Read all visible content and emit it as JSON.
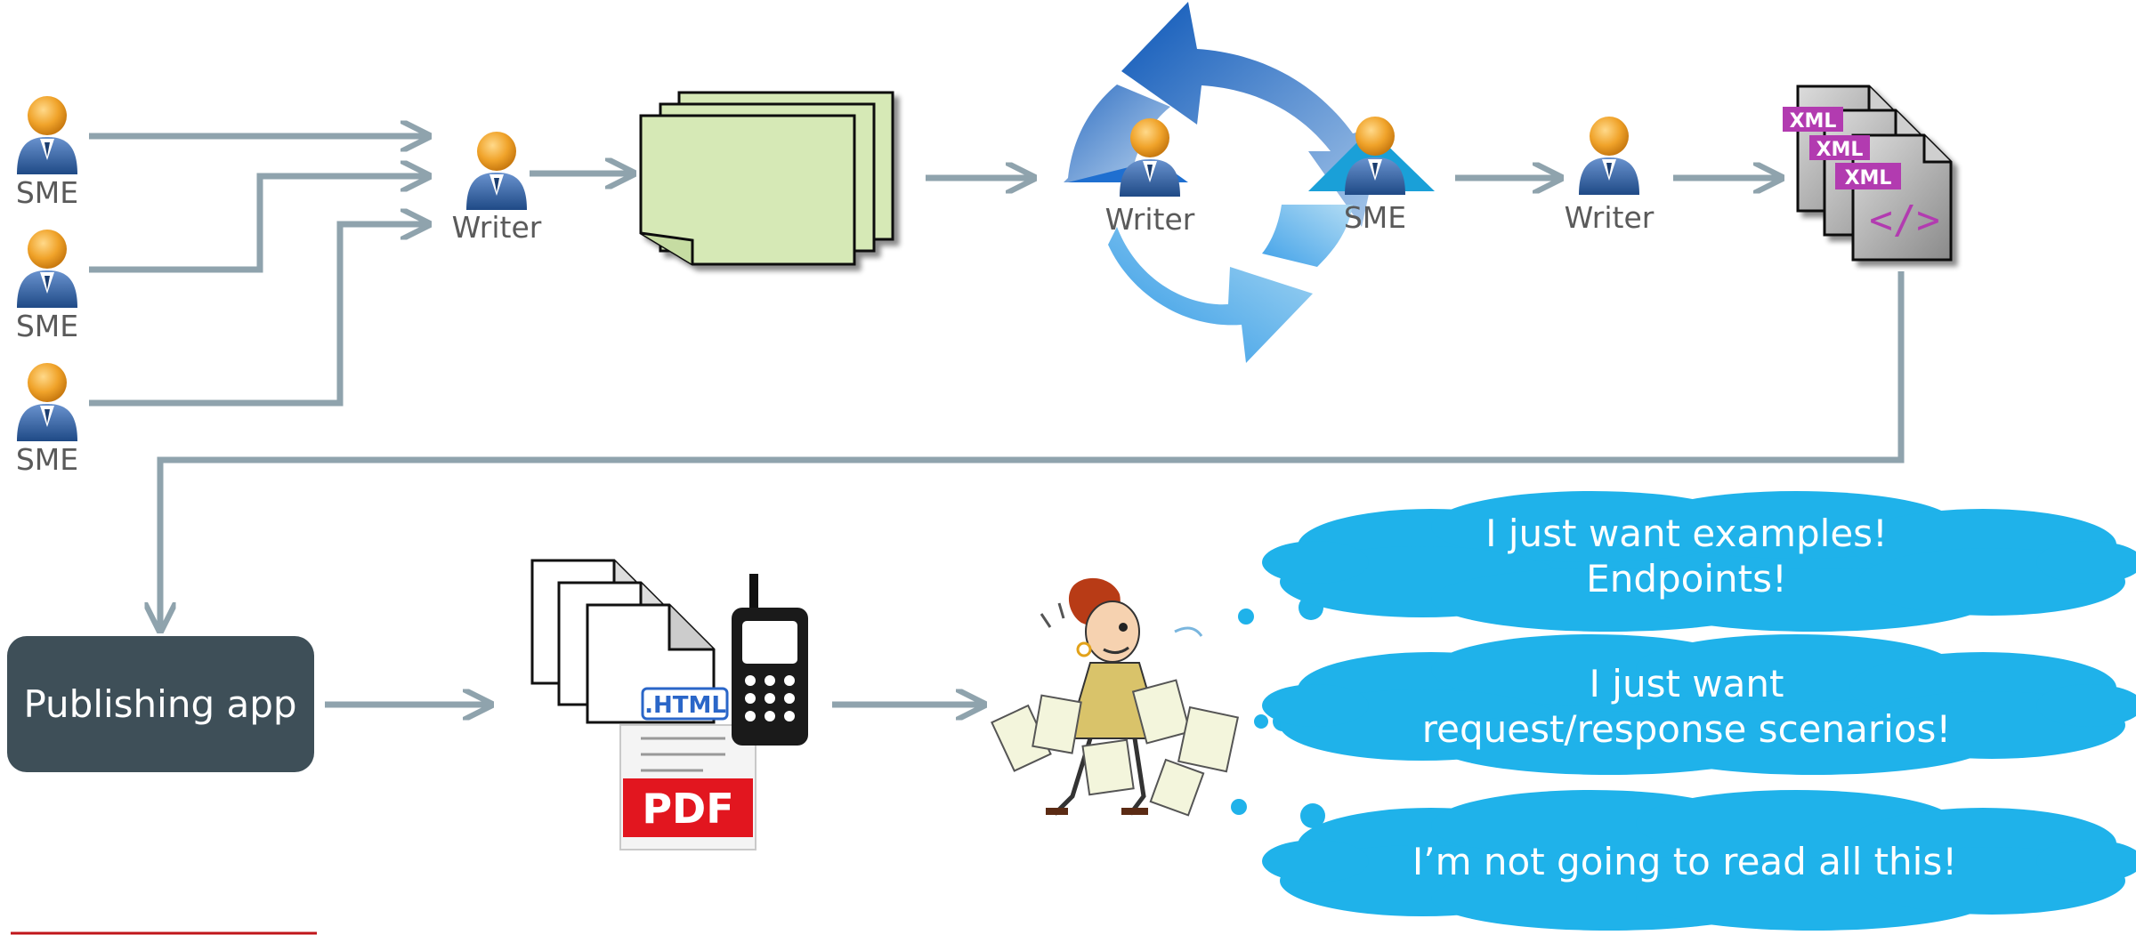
{
  "people": {
    "sme_1": "SME",
    "sme_2": "SME",
    "sme_3": "SME",
    "writer_1": "Writer",
    "writer_2": "Writer",
    "sme_review": "SME",
    "writer_3": "Writer"
  },
  "publishing_app": {
    "label": "Publishing app"
  },
  "xml_badge": "XML",
  "code_glyph": "</>",
  "html_badge": ".HTML",
  "pdf_badge": "PDF",
  "clouds": {
    "cloud_1_line_1": "I just want examples!",
    "cloud_1_line_2": "Endpoints!",
    "cloud_2_line_1": "I just want",
    "cloud_2_line_2": "request/response  scenarios!",
    "cloud_3_line_1": "I’m not going to read all this!"
  },
  "colors": {
    "arrow": "#8fa3ad",
    "person_body": "#3d6aa8",
    "person_head": "#f0a32a",
    "doc_green": "#d6e9b6",
    "cycle_blue": "#2f86d6",
    "cloud": "#1fb2ea",
    "app_box": "#3e4f58",
    "xml_badge": "#b23bb0",
    "pdf_red": "#e2161f",
    "footer_line": "#c0151a"
  }
}
